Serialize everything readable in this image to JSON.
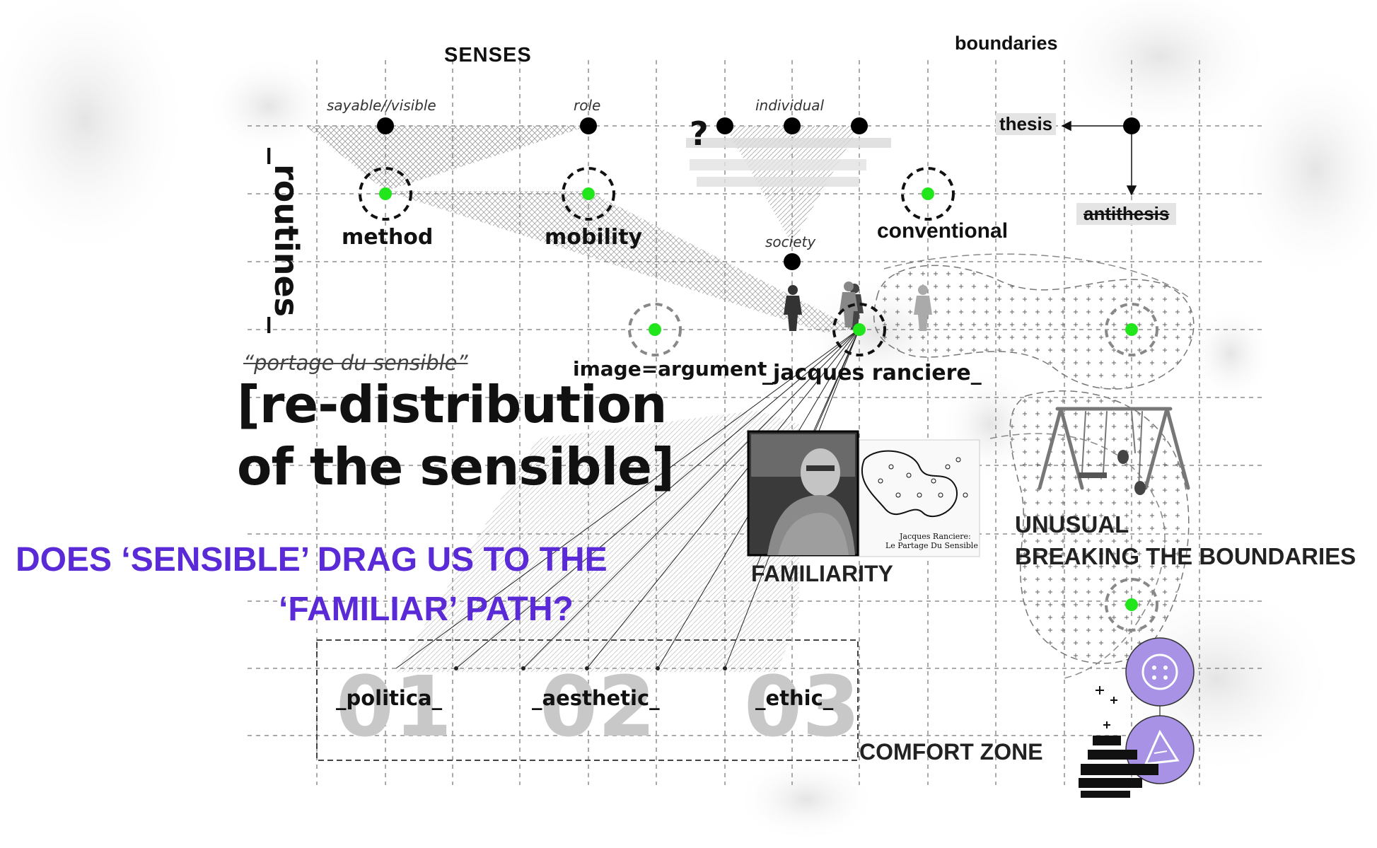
{
  "headers": {
    "senses": "SENSES",
    "boundaries": "boundaries",
    "routines": "_routines_"
  },
  "node_labels": {
    "sayable": "sayable//visible",
    "role": "role",
    "individual": "individual",
    "society": "society",
    "question": "?"
  },
  "concepts": {
    "method": "method",
    "mobility": "mobility",
    "conventional": "conventional",
    "thesis": "thesis",
    "antithesis": "antithesis",
    "image_argument": "image=argument",
    "jacques": "_jacques ranciere_"
  },
  "title": {
    "strike": "“portage du sensible”",
    "line1": "[re-distribution",
    "line2": "of the sensible]"
  },
  "question": {
    "line1": "DOES ‘SENSIBLE’  DRAG US TO THE",
    "line2": "‘FAMILIAR’ PATH?",
    "color": "#5a2ad6"
  },
  "zones": {
    "familiarity": "FAMILIARITY",
    "unusual": "UNUSUAL",
    "breaking": "BREAKING THE BOUNDARIES",
    "comfort": "COMFORT ZONE"
  },
  "book": {
    "author": "Jacques Ranciere:",
    "title": "Le Partage Du Sensible"
  },
  "items": [
    {
      "number": "01",
      "label": "_politica_"
    },
    {
      "number": "02",
      "label": "_aesthetic_"
    },
    {
      "number": "03",
      "label": "_ethic_"
    }
  ],
  "colors": {
    "node_green": "#22e61c",
    "accent_purple": "#5a2ad6",
    "icon_purple": "#a792e6"
  }
}
